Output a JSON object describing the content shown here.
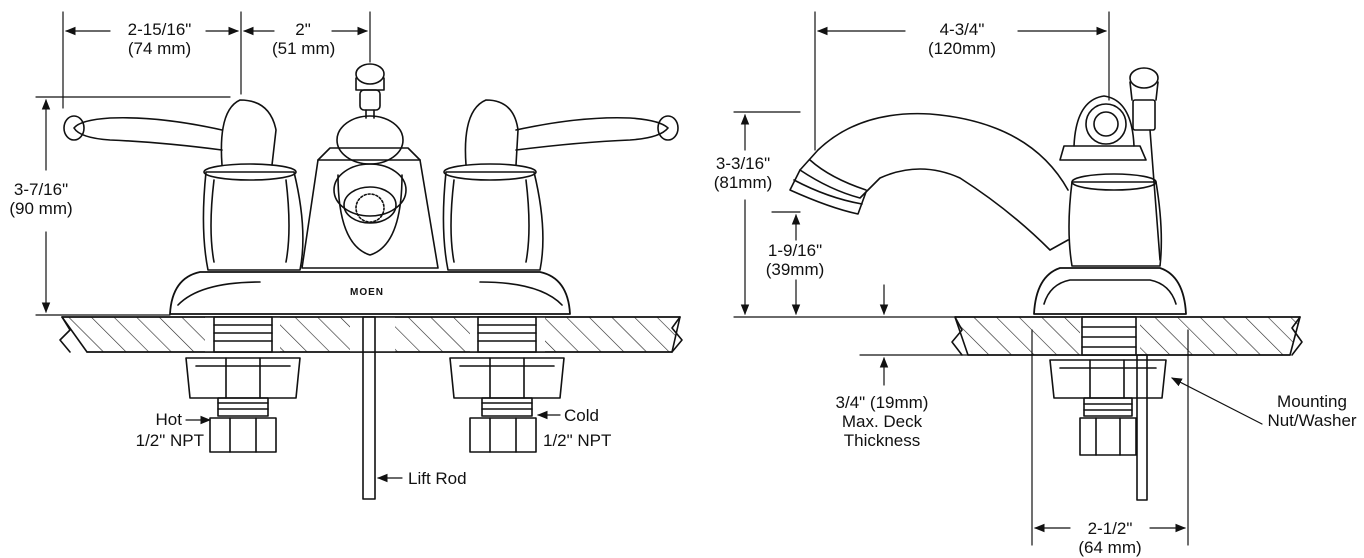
{
  "front_view": {
    "dim_handle_spread": {
      "line1": "2-15/16\"",
      "line2": "(74 mm)"
    },
    "dim_center": {
      "line1": "2\"",
      "line2": "(51 mm)"
    },
    "dim_height": {
      "line1": "3-7/16\"",
      "line2": "(90 mm)"
    },
    "brand": "MOEN",
    "hot": {
      "line1": "Hot",
      "line2": "1/2\" NPT"
    },
    "cold": {
      "line1": "Cold",
      "line2": "1/2\" NPT"
    },
    "lift_rod": "Lift Rod"
  },
  "side_view": {
    "dim_reach": {
      "line1": "4-3/4\"",
      "line2": "(120mm)"
    },
    "dim_spout_height": {
      "line1": "3-3/16\"",
      "line2": "(81mm)"
    },
    "dim_clearance": {
      "line1": "1-9/16\"",
      "line2": "(39mm)"
    },
    "deck": {
      "line1": "3/4\" (19mm)",
      "line2": "Max. Deck",
      "line3": "Thickness"
    },
    "mounting": {
      "line1": "Mounting",
      "line2": "Nut/Washer"
    },
    "dim_shank": {
      "line1": "2-1/2\"",
      "line2": "(64 mm)"
    }
  }
}
